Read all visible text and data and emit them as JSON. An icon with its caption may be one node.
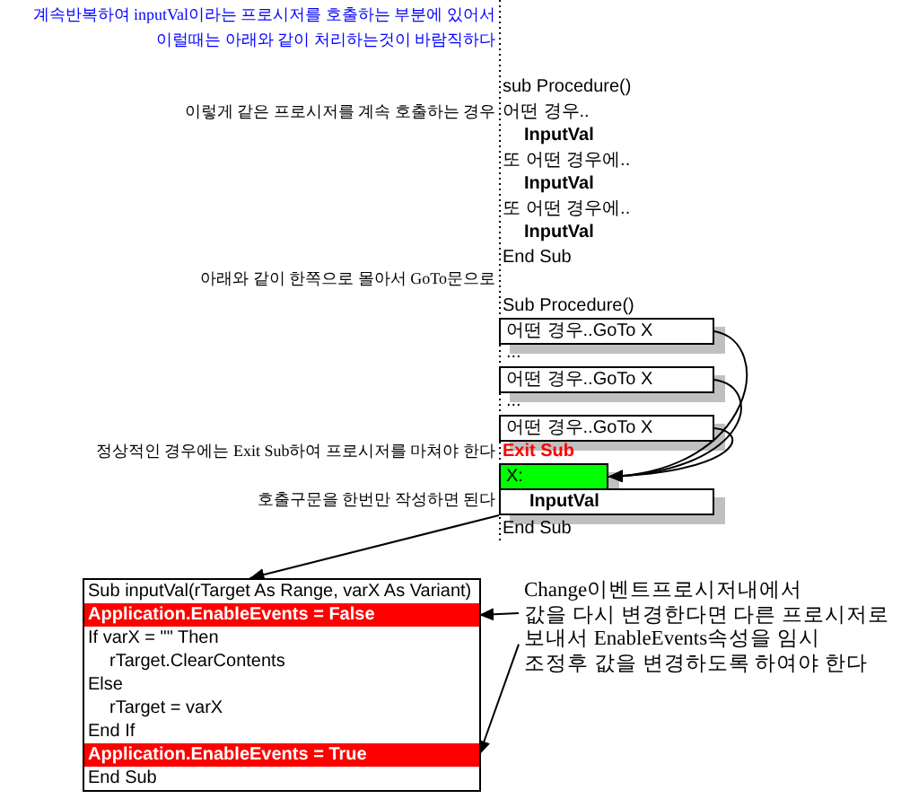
{
  "diagram": {
    "title": "계속반복하여 inputVal이라는 프로시저를 호출하는 부분에 있어서 이럴때는 아래와 같이 처리하는것이 바람직하다",
    "nodes": [
      {
        "text": [
          "어떤 경우..GoTo X"
        ]
      },
      {
        "text": [
          "어떤 경우..GoTo X"
        ]
      },
      {
        "text": [
          "어떤 경우..GoTo X"
        ]
      },
      {
        "text": [
          "X:"
        ]
      },
      {
        "text": [
          "InputVal"
        ]
      },
      {
        "text": [
          "Sub inputVal(rTarget As Range, varX As Variant)",
          "If varX = \"\" Then",
          "rTarget.ClearContents",
          "Else",
          "rTarget = varX",
          "End If",
          "End Sub"
        ]
      },
      {
        "text": [
          "Application.EnableEvents = False"
        ],
        "in": 5
      },
      {
        "text": [
          "Application.EnableEvents = True"
        ],
        "in": 5
      },
      {
        "text": [
          "Change이벤트프로시저내에서 값을 다시 변경한다면 다른 프로시저로 보내서 EnableEvents속성을 임시 조정후 값을 변경하도록 하여야 한다"
        ]
      }
    ],
    "edges": [
      {
        "from": 0,
        "to": 3,
        "arrow": "to"
      },
      {
        "from": 1,
        "to": 3,
        "arrow": "to"
      },
      {
        "from": 2,
        "to": 3,
        "arrow": "to"
      },
      {
        "from": 4,
        "to": 5,
        "arrow": "to"
      },
      {
        "from": 8,
        "to": 6,
        "arrow": "to"
      },
      {
        "from": 8,
        "to": 7,
        "arrow": "to"
      }
    ],
    "labels": [
      "sub Procedure()",
      "이렇게 같은 프로시저를 계속 호출하는 경우",
      "어떤 경우..",
      "InputVal",
      "또 어떤 경우에..",
      "InputVal",
      "또 어떤 경우에..",
      "InputVal",
      "End Sub",
      "아래와 같이 한쪽으로 몰아서 GoTo문으로",
      "Sub Procedure()",
      "...",
      "...",
      "정상적인 경우에는 Exit Sub하여 프로시저를 마쳐야 한다",
      "Exit Sub",
      "호출구문을 한번만 작성하면 된다",
      "End Sub"
    ]
  }
}
